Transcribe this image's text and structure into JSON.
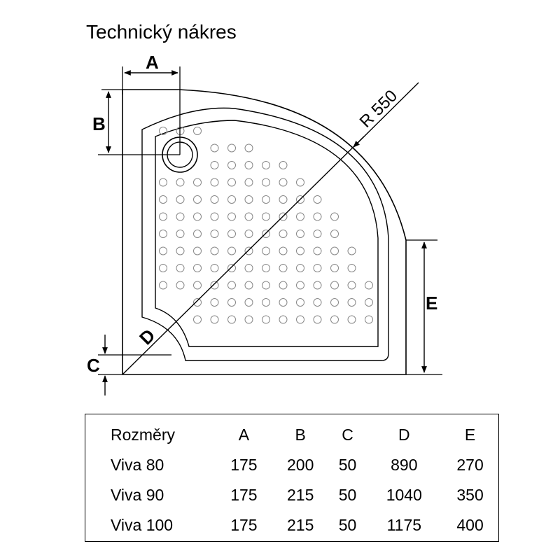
{
  "title": "Technický nákres",
  "labels": {
    "A": "A",
    "B": "B",
    "C": "C",
    "D": "D",
    "E": "E",
    "R": "R 550"
  },
  "table": {
    "headers": [
      "Rozměry",
      "A",
      "B",
      "C",
      "D",
      "E"
    ],
    "rows": [
      [
        "Viva 80",
        "175",
        "200",
        "50",
        "890",
        "270"
      ],
      [
        "Viva 90",
        "175",
        "215",
        "50",
        "1040",
        "350"
      ],
      [
        "Viva 100",
        "175",
        "215",
        "50",
        "1175",
        "400"
      ]
    ]
  }
}
